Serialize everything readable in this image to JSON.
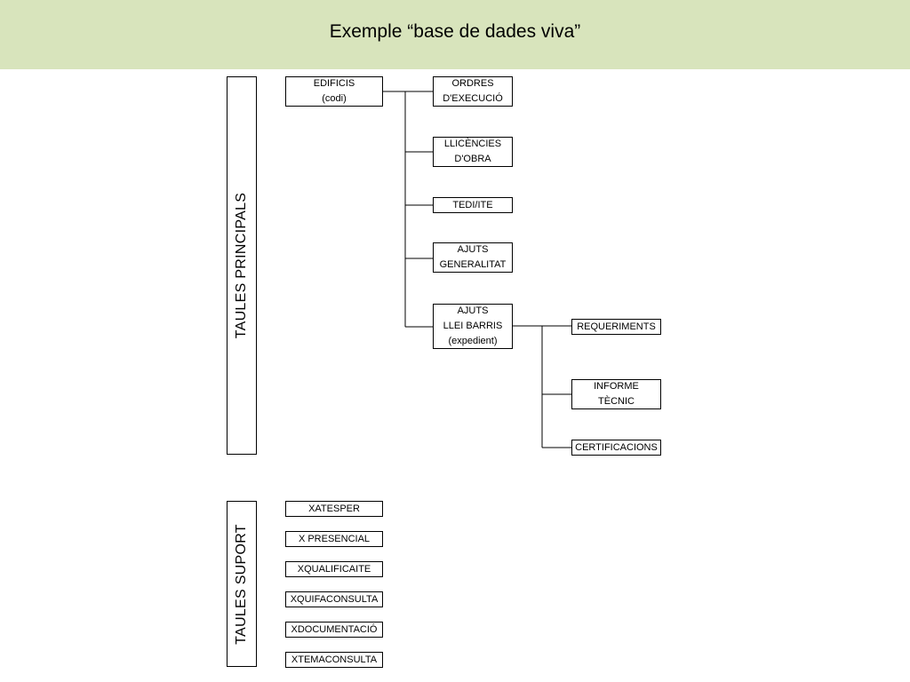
{
  "header": {
    "title": "Exemple “base de dades viva”",
    "background": "#d8e4bc"
  },
  "groups": {
    "principals": "TAULES PRINCIPALS",
    "suport": "TAULES SUPORT"
  },
  "nodes": {
    "edificis": [
      "EDIFICIS",
      "(codi)"
    ],
    "ordres": [
      "ORDRES",
      "D'EXECUCIÓ"
    ],
    "llicencies": [
      "LLICÈNCIES",
      "D'OBRA"
    ],
    "tedi": [
      "TEDI/ITE"
    ],
    "ajuts_gen": [
      "AJUTS",
      "GENERALITAT"
    ],
    "ajuts_llei": [
      "AJUTS",
      "LLEI BARRIS",
      "(expedient)"
    ],
    "requeriments": [
      "REQUERIMENTS"
    ],
    "informe": [
      "INFORME",
      "TÈCNIC"
    ],
    "certificacions": [
      "CERTIFICACIONS"
    ]
  },
  "support_tables": [
    "XATESPER",
    "X PRESENCIAL",
    "XQUALIFICAITE",
    "XQUIFACONSULTA",
    "XDOCUMENTACIÓ",
    "XTEMACONSULTA"
  ],
  "edges": [
    [
      "edificis",
      "ordres"
    ],
    [
      "edificis",
      "llicencies"
    ],
    [
      "edificis",
      "tedi"
    ],
    [
      "edificis",
      "ajuts_gen"
    ],
    [
      "edificis",
      "ajuts_llei"
    ],
    [
      "ajuts_llei",
      "requeriments"
    ],
    [
      "ajuts_llei",
      "informe"
    ],
    [
      "ajuts_llei",
      "certificacions"
    ]
  ]
}
